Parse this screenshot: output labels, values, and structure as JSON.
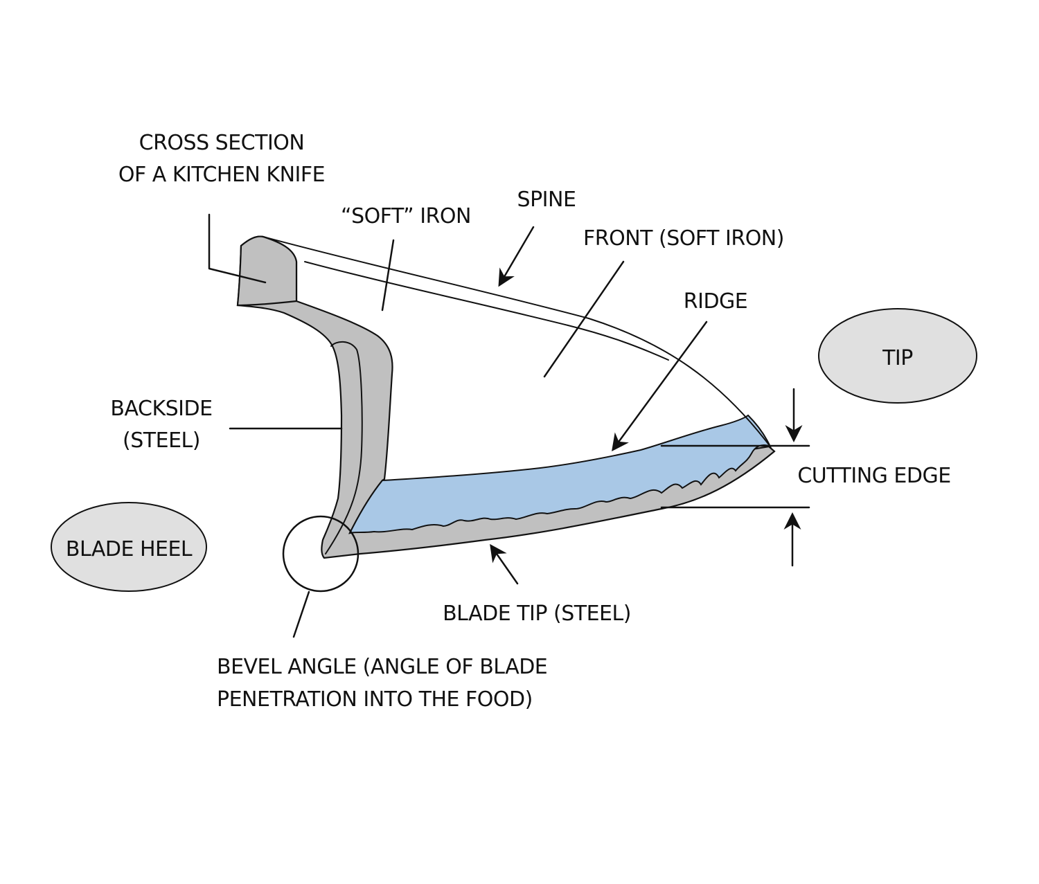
{
  "title": {
    "line1": "CROSS SECTION",
    "line2": "OF A KITCHEN KNIFE"
  },
  "labels": {
    "soft_iron": "“SOFT” IRON",
    "spine": "SPINE",
    "front": "FRONT (SOFT IRON)",
    "ridge": "RIDGE",
    "tip": "TIP",
    "backside_line1": "BACKSIDE",
    "backside_line2": "(STEEL)",
    "cutting_edge": "CUTTING EDGE",
    "blade_heel": "BLADE HEEL",
    "blade_tip": "BLADE TIP (STEEL)",
    "bevel_line1": "BEVEL ANGLE (ANGLE OF BLADE",
    "bevel_line2": "PENETRATION INTO THE FOOD)"
  },
  "colors": {
    "steel": "#c0c0c0",
    "soft_iron": "#a9c8e6",
    "ellipse_fill": "#e0e0e0",
    "line": "#111111"
  }
}
